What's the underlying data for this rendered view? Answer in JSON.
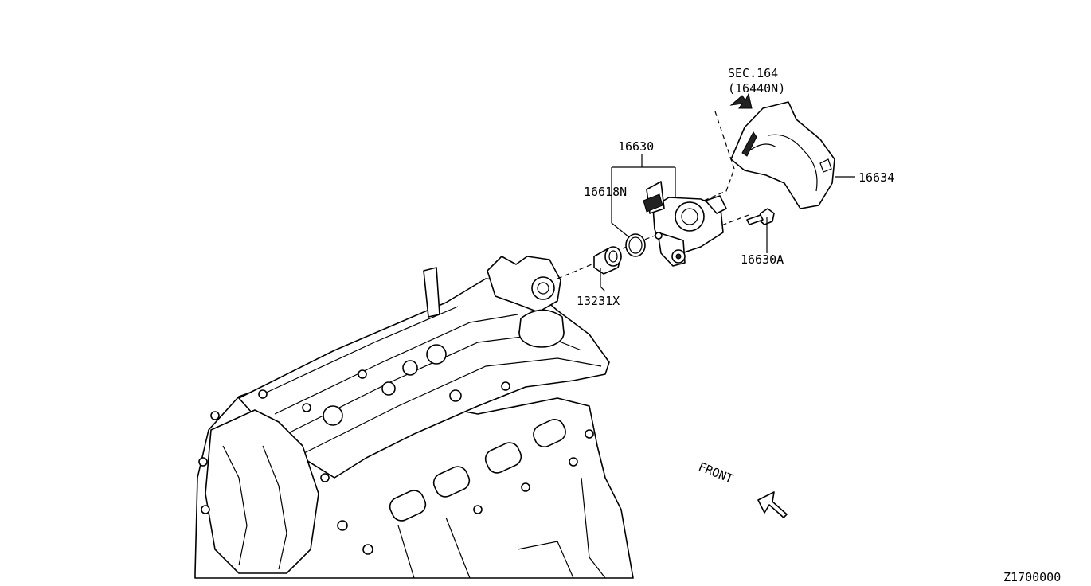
{
  "labels": {
    "sec_ref_line1": "SEC.164",
    "sec_ref_line2": "(16440N)",
    "part_16630": "16630",
    "part_16618N": "16618N",
    "part_16634": "16634",
    "part_16630A": "16630A",
    "part_13231X": "13231X",
    "front": "FRONT",
    "diagram_code": "Z1700000"
  }
}
